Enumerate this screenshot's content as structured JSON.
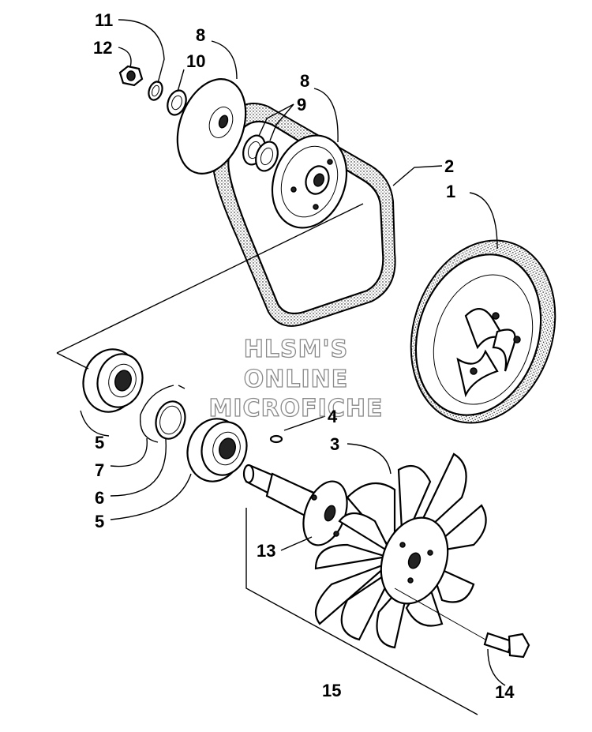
{
  "watermark": {
    "line1": "HLSM'S",
    "line2": "ONLINE",
    "line3": "MICROFICHE",
    "color": "#8a8a8a"
  },
  "callouts": {
    "c1": "1",
    "c2": "2",
    "c3": "3",
    "c4": "4",
    "c5a": "5",
    "c5b": "5",
    "c6": "6",
    "c7": "7",
    "c8a": "8",
    "c8b": "8",
    "c9": "9",
    "c10": "10",
    "c11": "11",
    "c12": "12",
    "c13": "13",
    "c14": "14",
    "c15": "15"
  }
}
